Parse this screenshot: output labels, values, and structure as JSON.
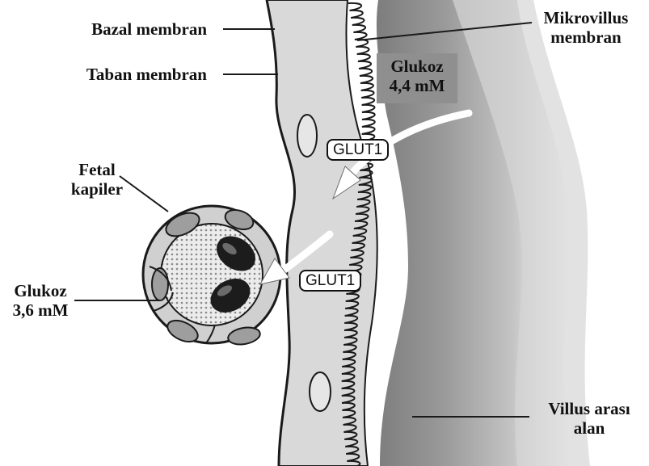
{
  "labels": {
    "bazal_membran": "Bazal membran",
    "taban_membran": "Taban membran",
    "mikrovillus_line1": "Mikrovillus",
    "mikrovillus_line2": "membran",
    "glukoz_maternal_line1": "Glukoz",
    "glukoz_maternal_line2": "4,4 mM",
    "fetal_kapiler_line1": "Fetal",
    "fetal_kapiler_line2": "kapiler",
    "glukoz_fetal_line1": "Glukoz",
    "glukoz_fetal_line2": "3,6 mM",
    "villus_line1": "Villus arası",
    "villus_line2": "alan"
  },
  "transporters": {
    "upper": "GLUT1",
    "lower": "GLUT1"
  },
  "colors": {
    "outline": "#1a1a1a",
    "tissue": "#d9d9d9",
    "intervillous_dark": "#8a8a8a",
    "intervillous_light": "#bdbdbd",
    "capillary_wall": "#d0d0d0",
    "red_cell": "#1c1c1c",
    "label_box": "#8f8f8f"
  }
}
